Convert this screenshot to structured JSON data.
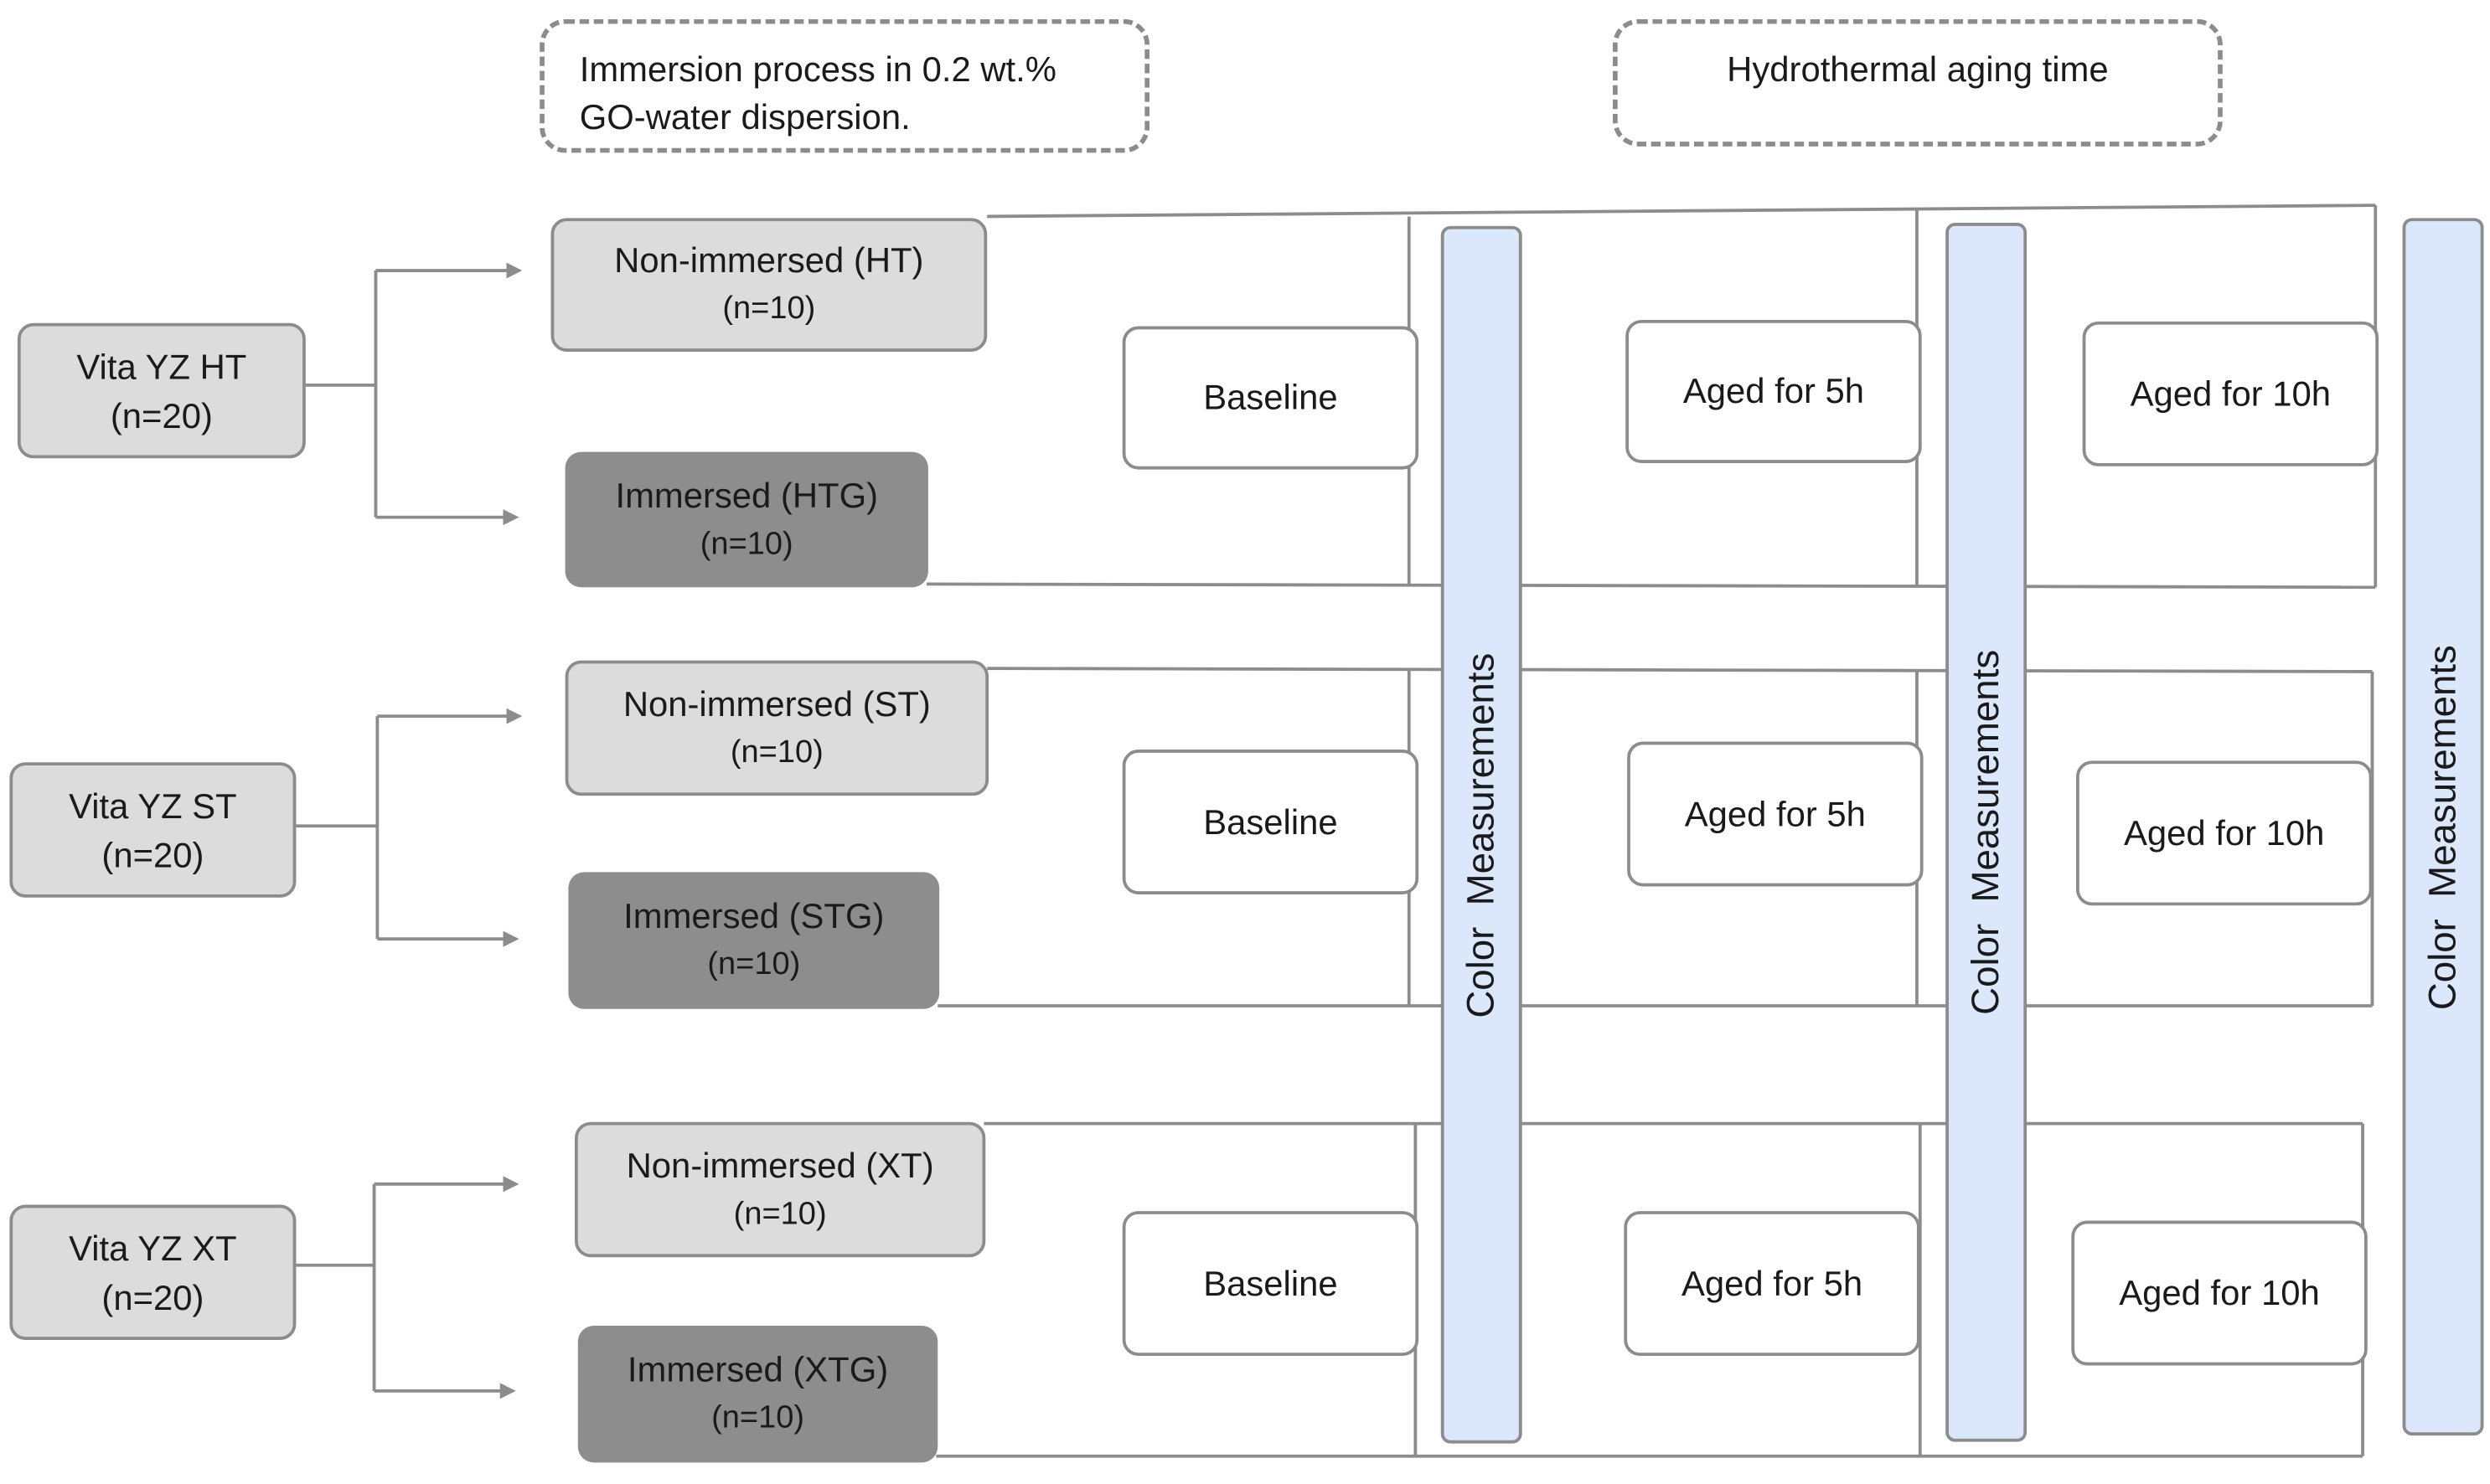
{
  "headers": {
    "immersion": [
      "Immersion process in 0.2 wt.%",
      "GO-water dispersion."
    ],
    "aging": "Hydrothermal aging time"
  },
  "materials": [
    {
      "name": "Vita YZ HT",
      "n": "(n=20)",
      "non_immersed": {
        "label": "Non-immersed (HT)",
        "n": "(n=10)"
      },
      "immersed": {
        "label": "Immersed (HTG)",
        "n": "(n=10)"
      }
    },
    {
      "name": "Vita YZ ST",
      "n": "(n=20)",
      "non_immersed": {
        "label": "Non-immersed (ST)",
        "n": "(n=10)"
      },
      "immersed": {
        "label": "Immersed (STG)",
        "n": "(n=10)"
      }
    },
    {
      "name": "Vita YZ XT",
      "n": "(n=20)",
      "non_immersed": {
        "label": "Non-immersed (XT)",
        "n": "(n=10)"
      },
      "immersed": {
        "label": "Immersed (XTG)",
        "n": "(n=10)"
      }
    }
  ],
  "stages": {
    "baseline": "Baseline",
    "aged_5h": "Aged for 5h",
    "aged_10h": "Aged for 10h"
  },
  "measurement_label": "Color  Measurements",
  "colors": {
    "light_box": "#dcdcdc",
    "dark_box": "#8d8d8d",
    "measurement_bar": "#dbe8fb",
    "lines": "#8c8c8c"
  }
}
